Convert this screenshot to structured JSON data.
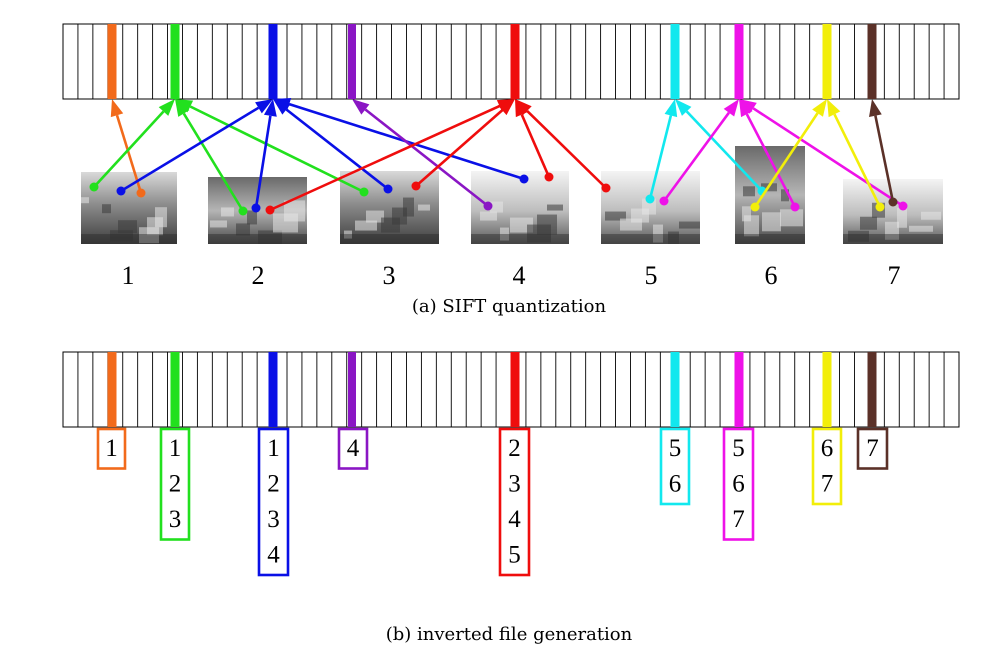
{
  "image_labels": [
    "1",
    "2",
    "3",
    "4",
    "5",
    "6",
    "7"
  ],
  "caption_a": "(a) SIFT quantization",
  "caption_b": "(b) inverted file generation",
  "visual_words": [
    {
      "color": "#f26a1b",
      "images": [
        "1"
      ]
    },
    {
      "color": "#22e01e",
      "images": [
        "1",
        "2",
        "3"
      ]
    },
    {
      "color": "#0a10e6",
      "images": [
        "1",
        "2",
        "3",
        "4"
      ]
    },
    {
      "color": "#8a16c4",
      "images": [
        "4"
      ]
    },
    {
      "color": "#ef0d0d",
      "images": [
        "2",
        "3",
        "4",
        "5"
      ]
    },
    {
      "color": "#12e8ee",
      "images": [
        "5",
        "6"
      ]
    },
    {
      "color": "#ee12e8",
      "images": [
        "5",
        "6",
        "7"
      ]
    },
    {
      "color": "#f2ee0a",
      "images": [
        "6",
        "7"
      ]
    },
    {
      "color": "#5b3128",
      "images": [
        "7"
      ]
    }
  ],
  "photo_icon": "photo-thumbnail"
}
